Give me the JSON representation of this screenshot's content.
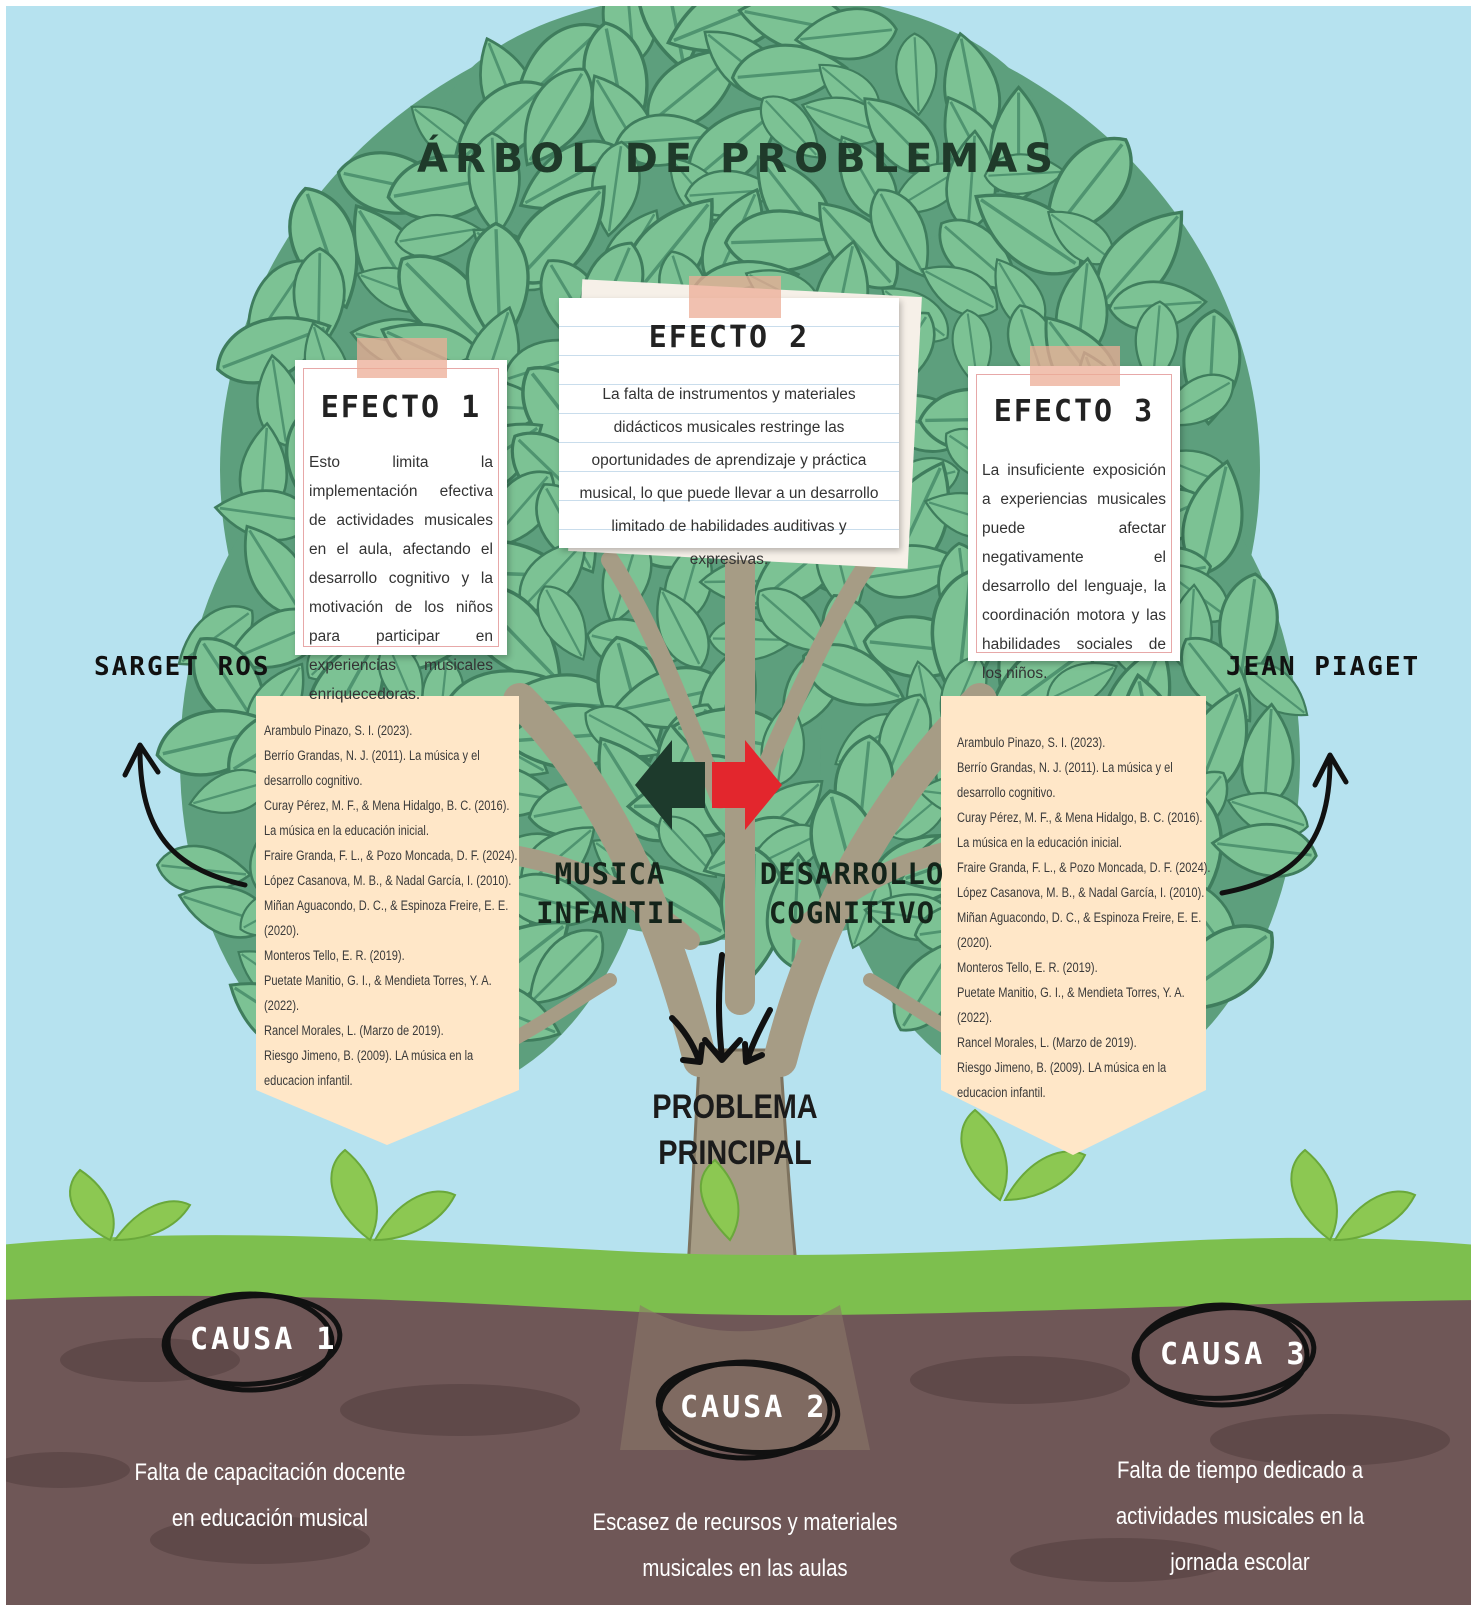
{
  "title": "ÁRBOL DE PROBLEMAS",
  "effects": [
    {
      "title": "EFECTO 1",
      "text": "Esto limita la implementación efectiva de actividades musicales en el aula, afectando el desarrollo cognitivo y la motivación de los niños para participar en experiencias musicales enriquecedoras."
    },
    {
      "title": "EFECTO 2",
      "text": "La falta de instrumentos y materiales didácticos musicales restringe las oportunidades de aprendizaje y práctica musical, lo que puede llevar a un desarrollo limitado de habilidades auditivas y expresivas."
    },
    {
      "title": "EFECTO 3",
      "text": "La insuficiente exposición a experiencias musicales puede afectar negativamente el desarrollo del lenguaje, la coordinación motora y las habilidades sociales de los niños."
    }
  ],
  "authors": {
    "left": "SARGET ROS",
    "right": "JEAN PIAGET"
  },
  "references_left": [
    "Arambulo Pinazo, S. I. (2023).",
    "Berrío Grandas, N. J. (2011). La música y el desarrollo cognitivo.",
    "Curay Pérez, M. F., & Mena Hidalgo, B. C. (2016). La música en la educación inicial.",
    "Fraire Granda, F. L., & Pozo Moncada, D. F. (2024).",
    "López Casanova, M. B., & Nadal García, I. (2010).",
    "Miñan Aguacondo, D. C., & Espinoza Freire, E. E. (2020).",
    "Monteros Tello, E. R. (2019).",
    "Puetate Manitio, G. I., & Mendieta Torres, Y. A. (2022).",
    "Rancel Morales, L. (Marzo de 2019).",
    "Riesgo Jimeno, B. (2009). LA música en la educacion infantil."
  ],
  "references_right": [
    "Arambulo Pinazo, S. I. (2023).",
    "Berrío Grandas, N. J. (2011). La música y el desarrollo cognitivo.",
    "Curay Pérez, M. F., & Mena Hidalgo, B. C. (2016). La música en la educación inicial.",
    "Fraire Granda, F. L., & Pozo Moncada, D. F. (2024).",
    "López Casanova, M. B., & Nadal García, I. (2010).",
    "Miñan Aguacondo, D. C., & Espinoza Freire, E. E. (2020).",
    "Monteros Tello, E. R. (2019).",
    "Puetate Manitio, G. I., & Mendieta Torres, Y. A. (2022).",
    "Rancel Morales, L. (Marzo de 2019).",
    "Riesgo Jimeno, B. (2009). LA música en la educacion infantil."
  ],
  "center_labels": {
    "left": [
      "MUSICA",
      "INFANTIL"
    ],
    "right": [
      "DESARROLLO",
      "COGNITIVO"
    ]
  },
  "problem": [
    "PROBLEMA",
    "PRINCIPAL"
  ],
  "causes": [
    {
      "label": "CAUSA 1",
      "text": [
        "Falta de capacitación docente",
        "en educación musical"
      ]
    },
    {
      "label": "CAUSA 2",
      "text": [
        "Escasez de recursos y materiales",
        "musicales en las aulas"
      ]
    },
    {
      "label": "CAUSA 3",
      "text": [
        "Falta de tiempo dedicado a",
        "actividades musicales en la",
        "jornada escolar"
      ]
    }
  ],
  "colors": {
    "sky": "#b6e2ef",
    "grass": "#7dbf4e",
    "soil": "#6f5757",
    "leaf": "#78bd8f",
    "leaf_dark": "#4d9470",
    "trunk": "#a69c85",
    "arrow_left": "#1d3a2c",
    "arrow_right": "#e3262d",
    "paper": "#ffe7c8"
  }
}
